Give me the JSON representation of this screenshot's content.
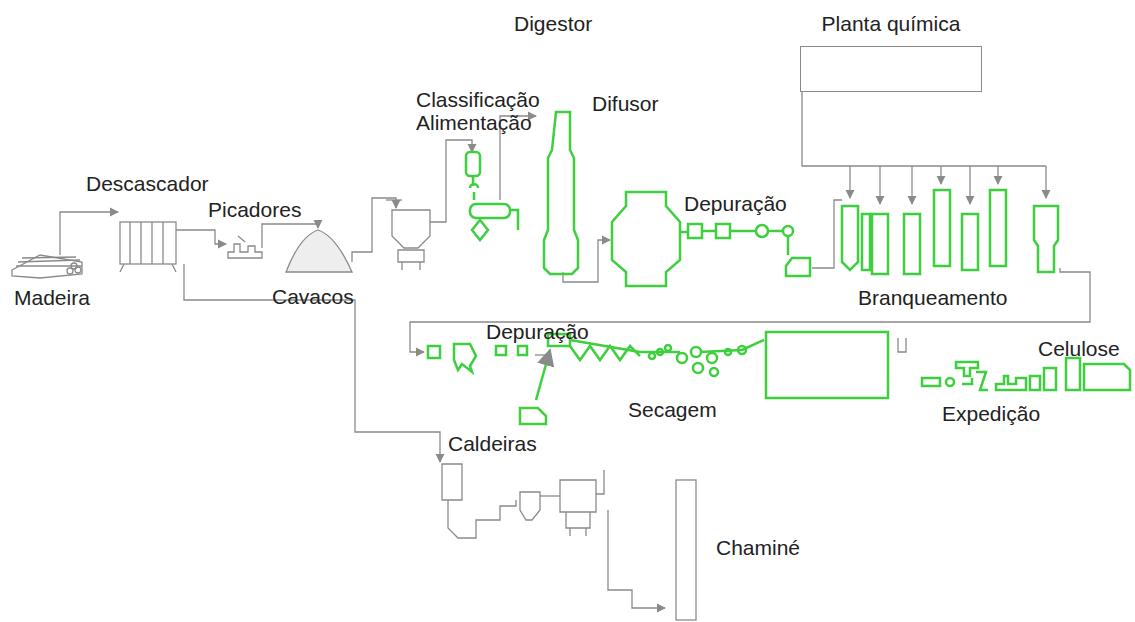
{
  "diagram": {
    "nodes": [
      {
        "text": [
          "Planta química"
        ]
      }
    ],
    "labels": [
      "Madeira",
      "Descascador",
      "Picadores",
      "Cavacos",
      "Classificação Alimentação",
      "Digestor",
      "Difusor",
      "Depuração",
      "Branqueamento",
      "Depuração",
      "Caldeiras",
      "Secagem",
      "Celulose",
      "Expedição",
      "Chaminé"
    ]
  }
}
